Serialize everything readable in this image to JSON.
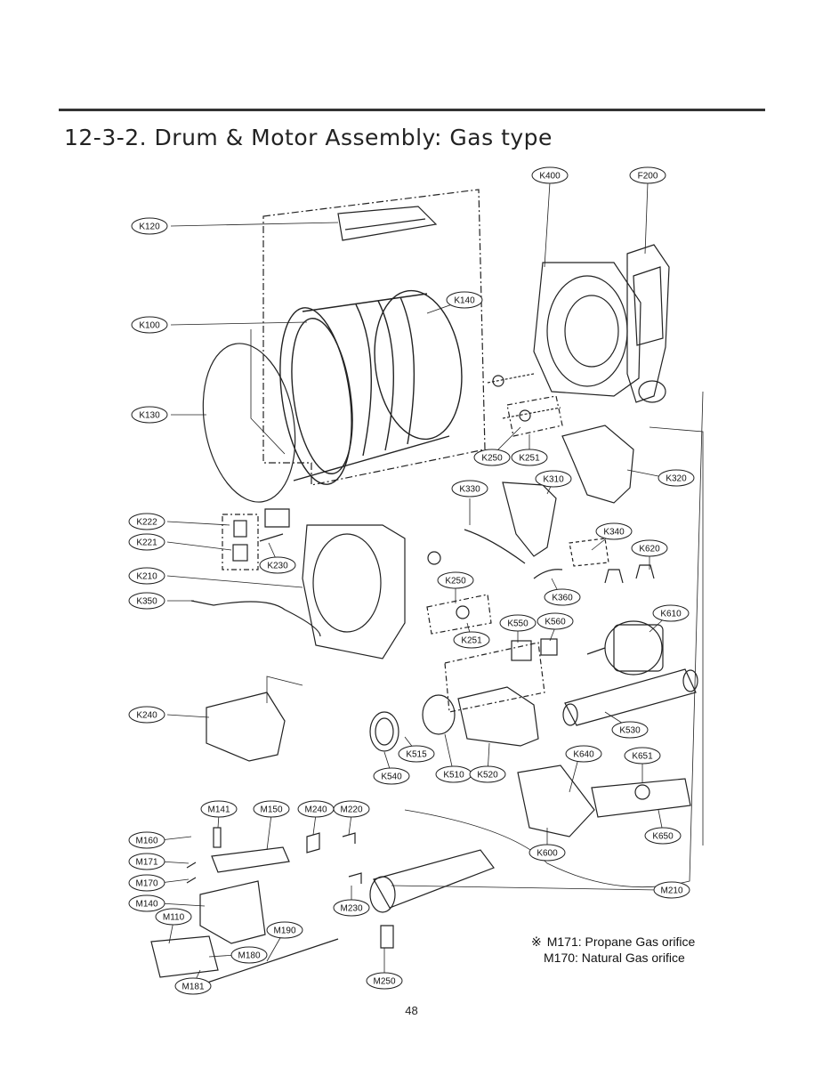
{
  "page": {
    "title": "12-3-2. Drum & Motor Assembly: Gas type",
    "page_number": "48"
  },
  "notes": {
    "symbol": "※",
    "line1": "M171: Propane Gas orifice",
    "line2": "M170: Natural Gas orifice"
  },
  "callouts": {
    "K400": "K400",
    "F200": "F200",
    "K120": "K120",
    "K140": "K140",
    "K100": "K100",
    "K130": "K130",
    "K250a": "K250",
    "K251a": "K251",
    "K320": "K320",
    "K330": "K330",
    "K310": "K310",
    "K222": "K222",
    "K221": "K221",
    "K230": "K230",
    "K340": "K340",
    "K620": "K620",
    "K210": "K210",
    "K250b": "K250",
    "K360": "K360",
    "K350": "K350",
    "K610": "K610",
    "K550": "K550",
    "K560": "K560",
    "K251b": "K251",
    "K240": "K240",
    "K530": "K530",
    "K515": "K515",
    "K640": "K640",
    "K651": "K651",
    "K540": "K540",
    "K510": "K510",
    "K520": "K520",
    "M141": "M141",
    "M150": "M150",
    "M240": "M240",
    "M220": "M220",
    "K650": "K650",
    "M160": "M160",
    "K600": "K600",
    "M171": "M171",
    "M170": "M170",
    "M210": "M210",
    "M140": "M140",
    "M230": "M230",
    "M110": "M110",
    "M190": "M190",
    "M180": "M180",
    "M181": "M181",
    "M250": "M250"
  }
}
